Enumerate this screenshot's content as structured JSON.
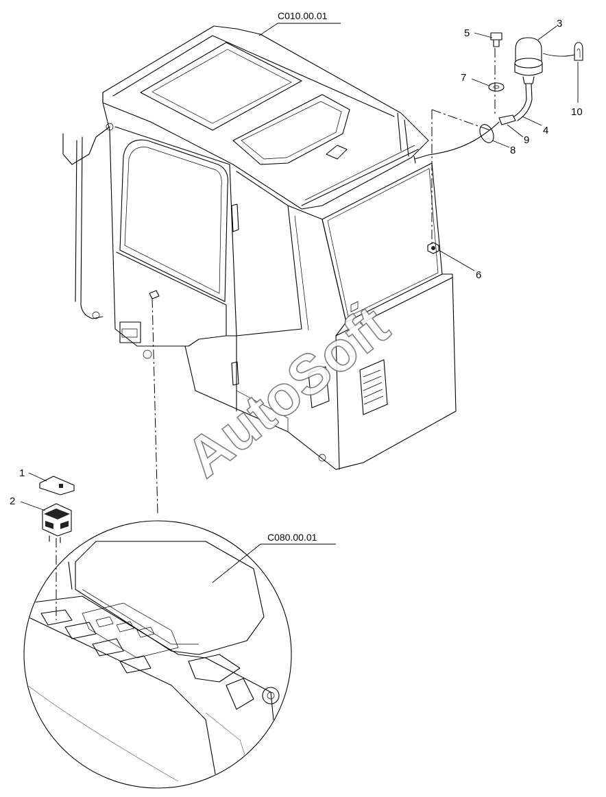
{
  "references": [
    {
      "id": "cab-ref",
      "text": "C010.00.01"
    },
    {
      "id": "console-ref",
      "text": "C080.00.01"
    }
  ],
  "callouts": [
    {
      "id": "c1",
      "label": "1"
    },
    {
      "id": "c2",
      "label": "2"
    },
    {
      "id": "c3",
      "label": "3"
    },
    {
      "id": "c4",
      "label": "4"
    },
    {
      "id": "c5",
      "label": "5"
    },
    {
      "id": "c6",
      "label": "6"
    },
    {
      "id": "c7",
      "label": "7"
    },
    {
      "id": "c8",
      "label": "8"
    },
    {
      "id": "c9",
      "label": "9"
    },
    {
      "id": "c10",
      "label": "10"
    }
  ],
  "watermark": "AutoSoft"
}
